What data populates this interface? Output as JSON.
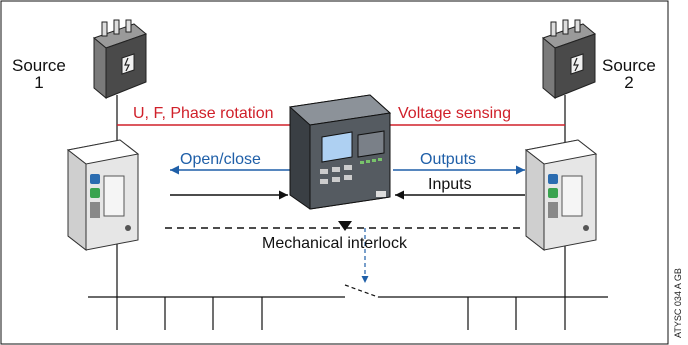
{
  "sources": {
    "source1": "Source\n1",
    "source2": "Source\n2"
  },
  "signals": {
    "left_top": "U, F, Phase rotation",
    "right_top": "Voltage sensing",
    "left_mid": "Open/close",
    "right_mid": "Outputs",
    "right_low": "Inputs",
    "interlock": "Mechanical interlock"
  },
  "reference": "ATYSC 034 A GB",
  "colors": {
    "red": "#d0202a",
    "blue": "#1f5fa8",
    "line": "#111111"
  },
  "icons": [
    "transformer-icon",
    "transformer-icon",
    "controller-icon",
    "breaker-icon",
    "breaker-icon"
  ]
}
